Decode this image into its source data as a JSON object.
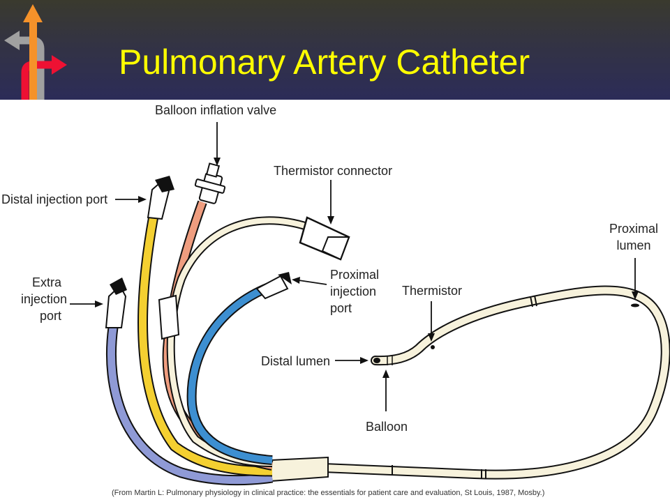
{
  "slide": {
    "title": "Pulmonary Artery Catheter",
    "caption": "(From Martin L: Pulmonary physiology in clinical practice: the essentials for patient care and evaluation, St Louis, 1987, Mosby.)"
  },
  "colors": {
    "title": "#ffff00",
    "header_top": "#3a3a2e",
    "header_bottom": "#2c2c58",
    "logo_orange": "#f5922a",
    "logo_red": "#ee1133",
    "logo_gray": "#a0a0a0",
    "lumen_yellow": "#f4d031",
    "lumen_blue": "#3d8fd1",
    "lumen_purple": "#8f9ad6",
    "lumen_salmon": "#ef9d7f",
    "catheter_body": "#f7f2dc"
  },
  "labels": {
    "balloon_inflation_valve": "Balloon inflation valve",
    "thermistor_connector": "Thermistor connector",
    "distal_injection_port": "Distal injection port",
    "extra_injection_port": [
      "Extra",
      "injection",
      "port"
    ],
    "proximal_injection_port": [
      "Proximal",
      "injection",
      "port"
    ],
    "thermistor": "Thermistor",
    "proximal_lumen": [
      "Proximal",
      "lumen"
    ],
    "distal_lumen": "Distal lumen",
    "balloon": "Balloon"
  }
}
